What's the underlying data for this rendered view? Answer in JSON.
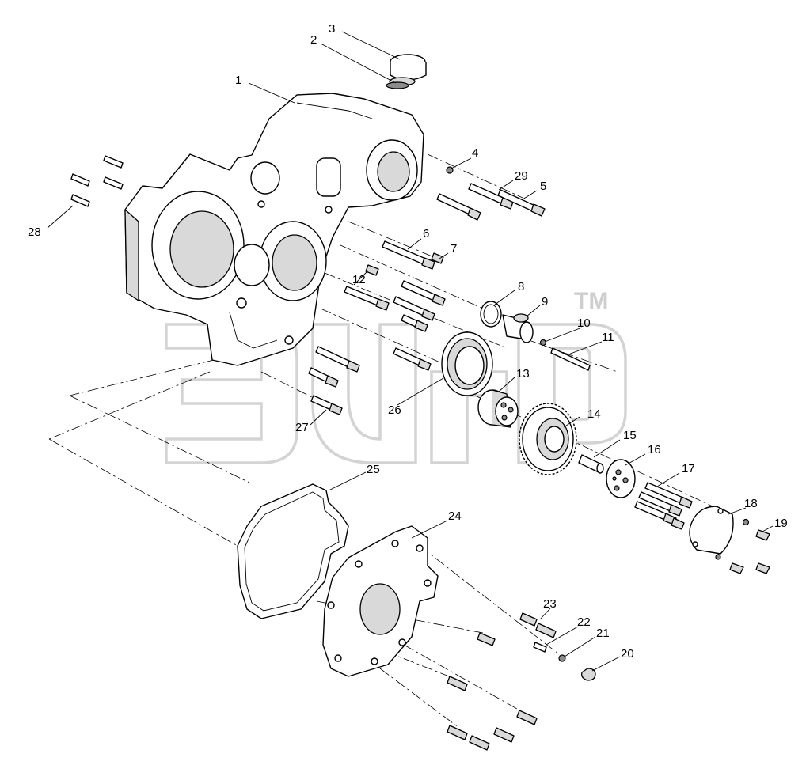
{
  "diagram": {
    "callout_labels": [
      "1",
      "2",
      "3",
      "4",
      "5",
      "6",
      "7",
      "8",
      "9",
      "10",
      "11",
      "12",
      "13",
      "14",
      "15",
      "16",
      "17",
      "18",
      "19",
      "20",
      "21",
      "22",
      "23",
      "24",
      "25",
      "26",
      "27",
      "28",
      "29"
    ],
    "watermark_mark": "TM"
  }
}
